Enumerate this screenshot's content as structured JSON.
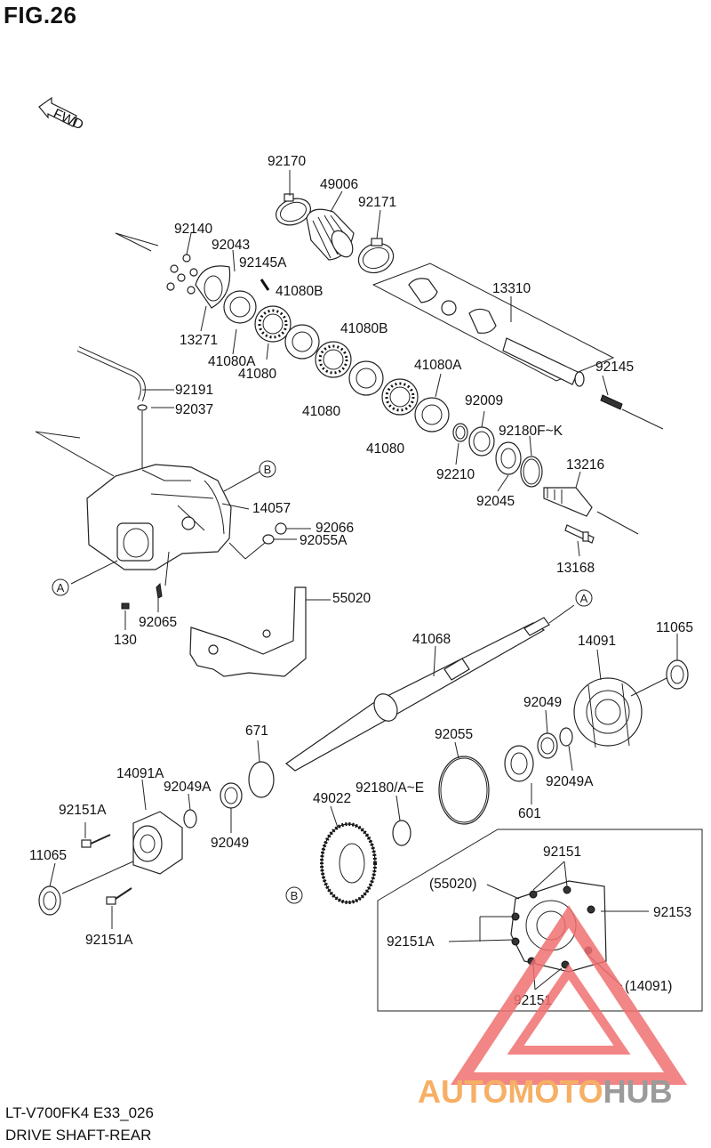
{
  "figure_title": "FIG.26",
  "footer": {
    "code": "LT-V700FK4 E33_026",
    "name": "DRIVE SHAFT-REAR"
  },
  "direction_label": "FWD",
  "reference_markers": {
    "a": "A",
    "b": "B"
  },
  "part_labels": {
    "p92170": "92170",
    "p49006": "49006",
    "p92171": "92171",
    "p92140": "92140",
    "p92043": "92043",
    "p92145A": "92145A",
    "p41080B_1": "41080B",
    "p13310": "13310",
    "p13271": "13271",
    "p41080A_1": "41080A",
    "p41080_1": "41080",
    "p41080B_2": "41080B",
    "p92191": "92191",
    "p41080A_2": "41080A",
    "p92145": "92145",
    "p92037": "92037",
    "p41080_2": "41080",
    "p92009": "92009",
    "p92180FK": "92180F~K",
    "p41080_3": "41080",
    "p92210": "92210",
    "p13216": "13216",
    "p92045": "92045",
    "p14057": "14057",
    "p92066": "92066",
    "p92055A": "92055A",
    "p13168": "13168",
    "p55020": "55020",
    "p92065": "92065",
    "p130": "130",
    "p41068": "41068",
    "p14091": "14091",
    "p11065_1": "11065",
    "p92049_1": "92049",
    "p671": "671",
    "p92055": "92055",
    "p14091A": "14091A",
    "p92049A_1": "92049A",
    "p92180AE": "92180/A~E",
    "p92049A_2": "92049A",
    "p92151A_1": "92151A",
    "p49022": "49022",
    "p601": "601",
    "p92049_2": "92049",
    "p11065_2": "11065",
    "p92151_1": "92151",
    "p55020_ref": "(55020)",
    "p92153": "92153",
    "p92151A_2": "92151A",
    "p92151A_3": "92151A",
    "p14091_ref": "(14091)",
    "p92151_2": "92151"
  },
  "watermark": {
    "part1": "AUTOMOTO",
    "part2": "HUB"
  },
  "colors": {
    "watermark_red": "#f07070",
    "watermark_orange": "#f5a24a",
    "watermark_gray": "#8a8a8a"
  }
}
